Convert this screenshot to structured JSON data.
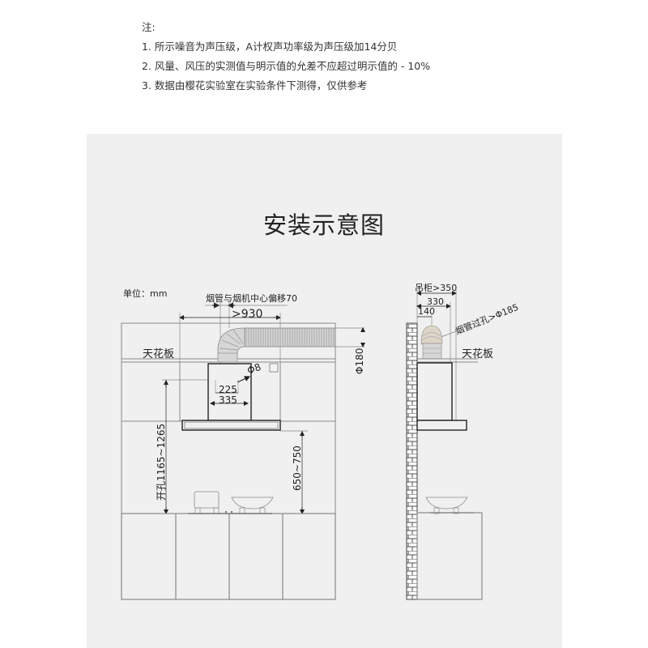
{
  "notes": {
    "heading": "注:",
    "items": [
      "1. 所示噪音为声压级，A计权声功率级为声压级加14分贝",
      "2. 风量、风压的实测值与明示值的允差不应超过明示值的 - 10%",
      "3. 数据由樱花实验室在实验条件下测得，仅供参考"
    ]
  },
  "diagram": {
    "title": "安装示意图",
    "unit_label": "单位：mm",
    "front_view": {
      "duct_offset_label": "烟管与烟机中心偏移70",
      "width_label": ">930",
      "ceiling_label": "天花板",
      "duct_diameter_label": "Φ180",
      "screw_label": "Φ8",
      "inner_width_label": "225",
      "outer_width_label": "335",
      "hole_height_label": "开孔1165~1265",
      "hob_distance_label": "650~750"
    },
    "side_view": {
      "cabinet_label": "吊柜>350",
      "depth_330_label": "330",
      "depth_140_label": "140",
      "duct_hole_label": "烟管过孔>Φ185",
      "ceiling_label": "天花板"
    },
    "colors": {
      "panel_bg": "#f0f0f0",
      "line": "#888888",
      "dark_line": "#222222"
    }
  }
}
